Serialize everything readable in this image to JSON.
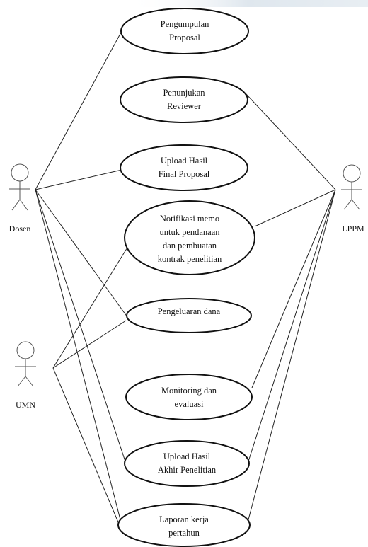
{
  "actors": {
    "dosen": "Dosen",
    "umn": "UMN",
    "lppm": "LPPM"
  },
  "use_cases": {
    "uc1": [
      "Pengumpulan",
      "Proposal"
    ],
    "uc2": [
      "Penunjukan",
      "Reviewer"
    ],
    "uc3": [
      "Upload Hasil",
      "Final Proposal"
    ],
    "uc4": [
      "Notifikasi memo",
      "untuk pendanaan",
      "dan pembuatan",
      "kontrak penelitian"
    ],
    "uc5": [
      "Pengeluaran dana"
    ],
    "uc6": [
      "Monitoring dan",
      "evaluasi"
    ],
    "uc7": [
      "Upload Hasil",
      "Akhir Penelitian"
    ],
    "uc8": [
      "Laporan kerja",
      "pertahun"
    ]
  },
  "associations": [
    {
      "actor": "Dosen",
      "use_case": "Pengumpulan Proposal"
    },
    {
      "actor": "Dosen",
      "use_case": "Upload Hasil Final Proposal"
    },
    {
      "actor": "Dosen",
      "use_case": "Pengeluaran dana"
    },
    {
      "actor": "Dosen",
      "use_case": "Upload Hasil Akhir Penelitian"
    },
    {
      "actor": "Dosen",
      "use_case": "Laporan kerja pertahun"
    },
    {
      "actor": "UMN",
      "use_case": "Notifikasi memo untuk pendanaan dan pembuatan kontrak penelitian"
    },
    {
      "actor": "UMN",
      "use_case": "Pengeluaran dana"
    },
    {
      "actor": "UMN",
      "use_case": "Laporan kerja pertahun"
    },
    {
      "actor": "LPPM",
      "use_case": "Penunjukan Reviewer"
    },
    {
      "actor": "LPPM",
      "use_case": "Notifikasi memo untuk pendanaan dan pembuatan kontrak penelitian"
    },
    {
      "actor": "LPPM",
      "use_case": "Monitoring dan evaluasi"
    },
    {
      "actor": "LPPM",
      "use_case": "Upload Hasil Akhir Penelitian"
    },
    {
      "actor": "LPPM",
      "use_case": "Laporan kerja pertahun"
    }
  ],
  "colors": {
    "line": "#222222",
    "ellipse_border": "#111111",
    "actor_stroke": "#555555",
    "top_band": "#dfe7ee"
  }
}
